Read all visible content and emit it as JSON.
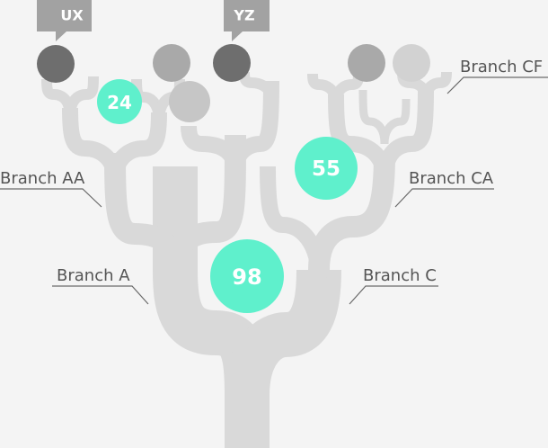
{
  "colors": {
    "background": "#f4f4f4",
    "branch": "#d9d9d9",
    "accent": "#5ff0cc",
    "node_dark": "#6e6e6e",
    "node_mid": "#a9a9a9",
    "node_light": "#c6c6c6",
    "node_lighter": "#d2d2d2",
    "tag": "#a2a2a2",
    "label": "#555555"
  },
  "labels": {
    "branch_a": "Branch A",
    "branch_aa": "Branch AA",
    "branch_c": "Branch C",
    "branch_ca": "Branch CA",
    "branch_cf": "Branch CF"
  },
  "values": {
    "root": "98",
    "branch_ca": "55",
    "branch_aa_child": "24"
  },
  "tags": {
    "ux": "UX",
    "yz": "YZ"
  }
}
